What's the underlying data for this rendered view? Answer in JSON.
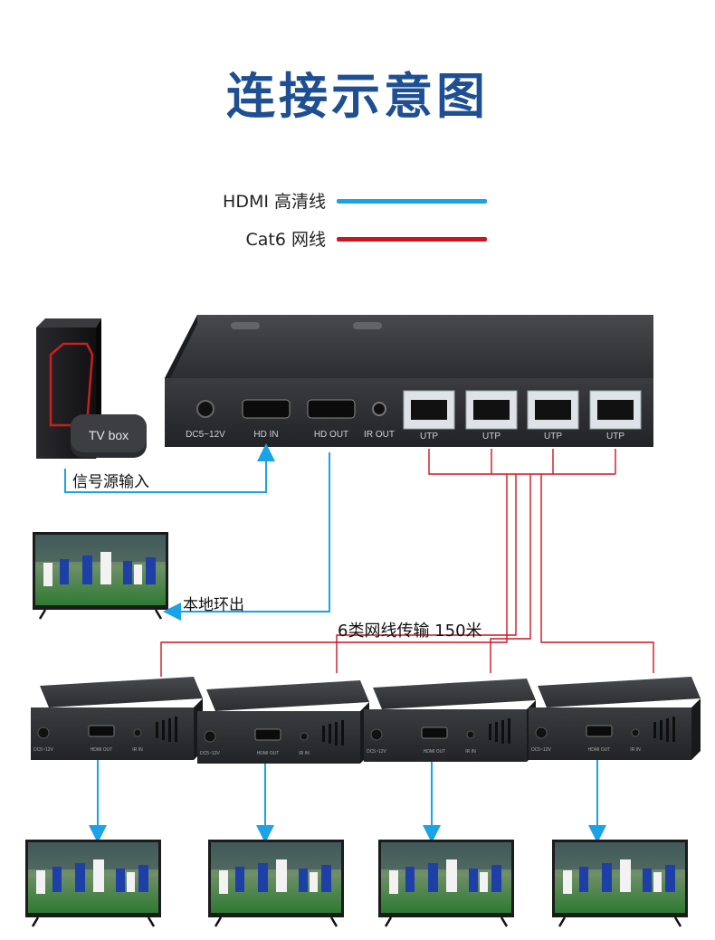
{
  "title": "连接示意图",
  "legend": [
    {
      "label": "HDMI 高清线",
      "color": "#1aa3e6"
    },
    {
      "label": "Cat6 网线",
      "color": "#d0141c"
    }
  ],
  "source_device": {
    "tvbox_label": "TV box"
  },
  "main_unit": {
    "ports": {
      "dc": "DC5~12V",
      "hd_in": "HD IN",
      "hd_out": "HD OUT",
      "ir_out": "IR OUT",
      "utp": "UTP"
    }
  },
  "annotations": {
    "source_input": "信号源输入",
    "local_loop": "本地环出",
    "cable_run": "6类网线传输 150米"
  },
  "receiver_ports": {
    "dc": "DC5~12V",
    "hdmi_out": "HDMI OUT",
    "ir_in": "IR IN"
  }
}
